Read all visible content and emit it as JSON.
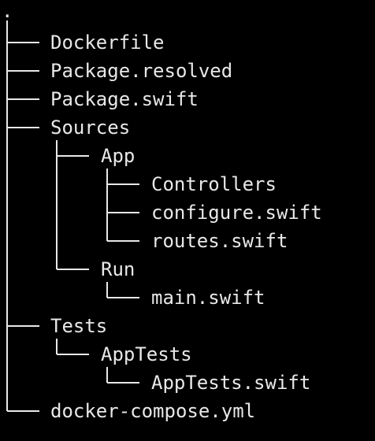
{
  "terminal": {
    "background": "#000000",
    "foreground": "#e8e8e8",
    "root": "."
  },
  "tree": [
    {
      "name": "Dockerfile",
      "depth": 0
    },
    {
      "name": "Package.resolved",
      "depth": 0
    },
    {
      "name": "Package.swift",
      "depth": 0
    },
    {
      "name": "Sources",
      "depth": 0
    },
    {
      "name": "App",
      "depth": 1
    },
    {
      "name": "Controllers",
      "depth": 2
    },
    {
      "name": "configure.swift",
      "depth": 2
    },
    {
      "name": "routes.swift",
      "depth": 2
    },
    {
      "name": "Run",
      "depth": 1
    },
    {
      "name": "main.swift",
      "depth": 2
    },
    {
      "name": "Tests",
      "depth": 0
    },
    {
      "name": "AppTests",
      "depth": 1
    },
    {
      "name": "AppTests.swift",
      "depth": 2
    },
    {
      "name": "docker-compose.yml",
      "depth": 0
    }
  ]
}
